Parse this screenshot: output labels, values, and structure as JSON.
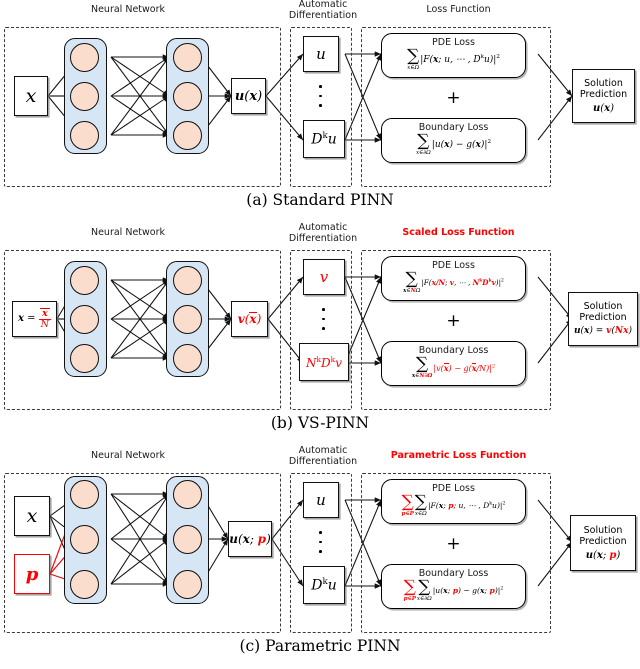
{
  "figure": {
    "panels": [
      {
        "id": "a",
        "caption": "(a) Standard PINN",
        "group_titles": {
          "nn": "Neural Network",
          "ad_l1": "Automatic",
          "ad_l2": "Differentiation",
          "loss": "Loss Function",
          "loss_is_red": false
        },
        "input_box": {
          "text": "x",
          "red": false
        },
        "output_box": {
          "text": "u(x)",
          "red": false
        },
        "ad_boxes": [
          {
            "text": "u",
            "red": false
          },
          {
            "text": "Dᵏu",
            "red": false
          }
        ],
        "losses": [
          {
            "name": "PDE Loss",
            "sum_symbol": "∑",
            "sum_limit": "x∈Ω",
            "body": "|F(x; u, ⋯ , Dᵏu)|²"
          },
          {
            "name": "Boundary Loss",
            "sum_symbol": "∑",
            "sum_limit": "x∈∂Ω",
            "body": "|u(x) − g(x)|²"
          }
        ],
        "plus": "+",
        "prediction": {
          "line1": "Solution",
          "line2": "Prediction",
          "formula": "u(x)",
          "red": false
        }
      },
      {
        "id": "b",
        "caption": "(b) VS-PINN",
        "group_titles": {
          "nn": "Neural Network",
          "ad_l1": "Automatic",
          "ad_l2": "Differentiation",
          "loss": "Scaled Loss Function",
          "loss_is_red": true
        },
        "input_box": {
          "text": "x = x̄/N",
          "red": false
        },
        "output_box": {
          "text": "v(x̄)",
          "red": true
        },
        "ad_boxes": [
          {
            "text": "v",
            "red": true
          },
          {
            "text": "Nᵏ Dᵏv",
            "red": true
          }
        ],
        "losses": [
          {
            "name": "PDE Loss",
            "sum_symbol": "∑",
            "sum_limit": "x∈NΩ",
            "body": "|F(x/N; v, ⋯ , Nᵏ Dᵏv)|²"
          },
          {
            "name": "Boundary Loss",
            "sum_symbol": "∑",
            "sum_limit": "x∈N∂Ω",
            "body": "|v(x̄) − g(x̄/N)|²"
          }
        ],
        "plus": "+",
        "prediction": {
          "line1": "Solution",
          "line2": "Prediction",
          "formula": "u(x) = v(Nx)",
          "red": true
        }
      },
      {
        "id": "c",
        "caption": "(c) Parametric PINN",
        "group_titles": {
          "nn": "Neural Network",
          "ad_l1": "Automatic",
          "ad_l2": "Differentiation",
          "loss": "Parametric Loss Function",
          "loss_is_red": true
        },
        "input_box": {
          "text": "x",
          "red": false
        },
        "input_box2": {
          "text": "p",
          "red": true
        },
        "output_box": {
          "text": "u(x; p)",
          "red": true
        },
        "ad_boxes": [
          {
            "text": "u",
            "red": false
          },
          {
            "text": "Dᵏu",
            "red": false
          }
        ],
        "losses": [
          {
            "name": "PDE Loss",
            "sum_symbol": "∑",
            "sum_limit": "p∈P",
            "sum2_symbol": "∑",
            "sum2_limit": "x∈Ω",
            "body": "|F(x; p; u, ⋯ , Dᵏu)|²"
          },
          {
            "name": "Boundary Loss",
            "sum_symbol": "∑",
            "sum_limit": "p∈P",
            "sum2_symbol": "∑",
            "sum2_limit": "x∈∂Ω",
            "body": "|u(x; p) − g(x; p)|²"
          }
        ],
        "plus": "+",
        "prediction": {
          "line1": "Solution",
          "line2": "Prediction",
          "formula": "u(x; p)",
          "red": true
        }
      }
    ],
    "network": {
      "hidden_layers": 2,
      "neurons_per_layer": 3
    },
    "colors": {
      "accent_red": "#ff0000",
      "neuron_fill": "#fbddcd",
      "layer_fill": "#d6e6f4",
      "dashed_border": "#3a3a3a",
      "text": "#000000"
    }
  }
}
